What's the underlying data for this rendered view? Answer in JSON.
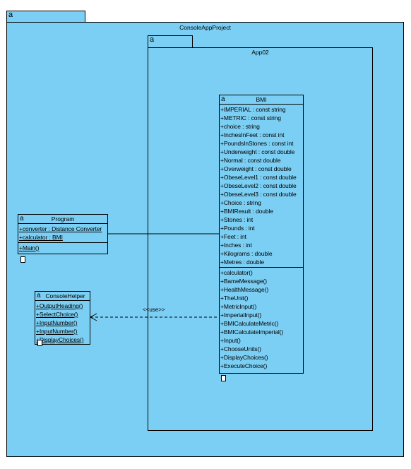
{
  "outer_package": {
    "glyph": "a",
    "name": "ConsoleAppProject"
  },
  "inner_package": {
    "glyph": "a",
    "name": "App02"
  },
  "bmi_class": {
    "glyph": "a",
    "name": "BMI",
    "attributes": [
      "+IMPERIAL : const string",
      "+METRIC : const string",
      "+choice : string",
      "+InchesInFeet : const int",
      "+PoundsInStones : const int",
      "+Underweight : const double",
      "+Normal : const double",
      "+Overweight : const double",
      "+ObeseLevel1  : const double",
      "+ObeseLevel2 : const double",
      "+ObeseLevel3 : const double",
      "+Choice : string",
      "+BMIResult : double",
      "+Stones : int",
      "+Pounds : int",
      "+Feet : int",
      "+Inches : int",
      "+Kilograms : double",
      "+Metres : double"
    ],
    "operations": [
      "+calculator()",
      "+BameMessage()",
      "+HealthMessage()",
      "+TheUnit()",
      "+MetricInput()",
      "+ImperialInput()",
      "+BMICalculateMetric()",
      "+BMICalculateImperial()",
      "+Input()",
      "+ChooseUnits()",
      "+DisplayChoices()",
      "+ExecuteChoice()"
    ]
  },
  "program_class": {
    "glyph": "a",
    "name": "Program",
    "attributes": [
      "+converter : Distance Converter",
      "+calculator : BMI"
    ],
    "operations": [
      "+Main()"
    ]
  },
  "helper_class": {
    "glyph": "a",
    "name": "ConsoleHelper",
    "operations": [
      "+OutputHeading()",
      "+SelectChoice()",
      "+InputNumber()",
      "+InputNumber()",
      "+DisplayChoices()"
    ]
  },
  "use_label": "<<use>>"
}
